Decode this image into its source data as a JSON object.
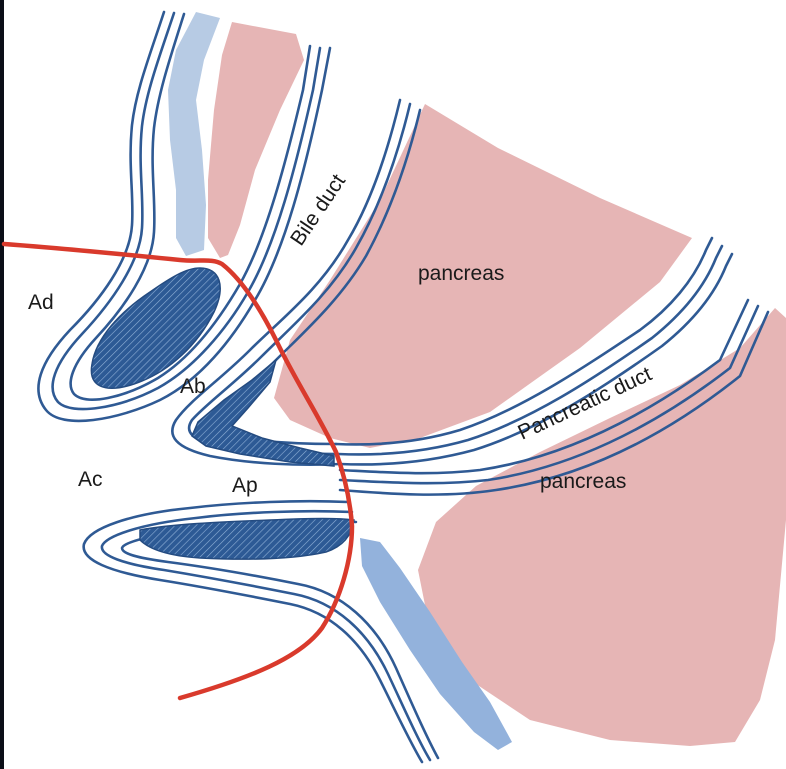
{
  "colors": {
    "frame": "#0b0e17",
    "background": "#ffffff",
    "pancreas": "#e6b5b5",
    "duct_wall": "#2f5a94",
    "fluid": "#b7cbe4",
    "lumen_mass": "#2d5a95",
    "guidewire": "#d93a2c"
  },
  "labels": {
    "ad": "Ad",
    "ab": "Ab",
    "ac": "Ac",
    "ap": "Ap",
    "pancreas_upper": "pancreas",
    "pancreas_lower": "pancreas",
    "bile_duct": "Bile duct",
    "pancreatic_duct": "Pancreatic duct"
  },
  "icons": {
    "guidewire": "red-guidewire-line",
    "hatched_regions": "hatched-lumen-icon"
  }
}
